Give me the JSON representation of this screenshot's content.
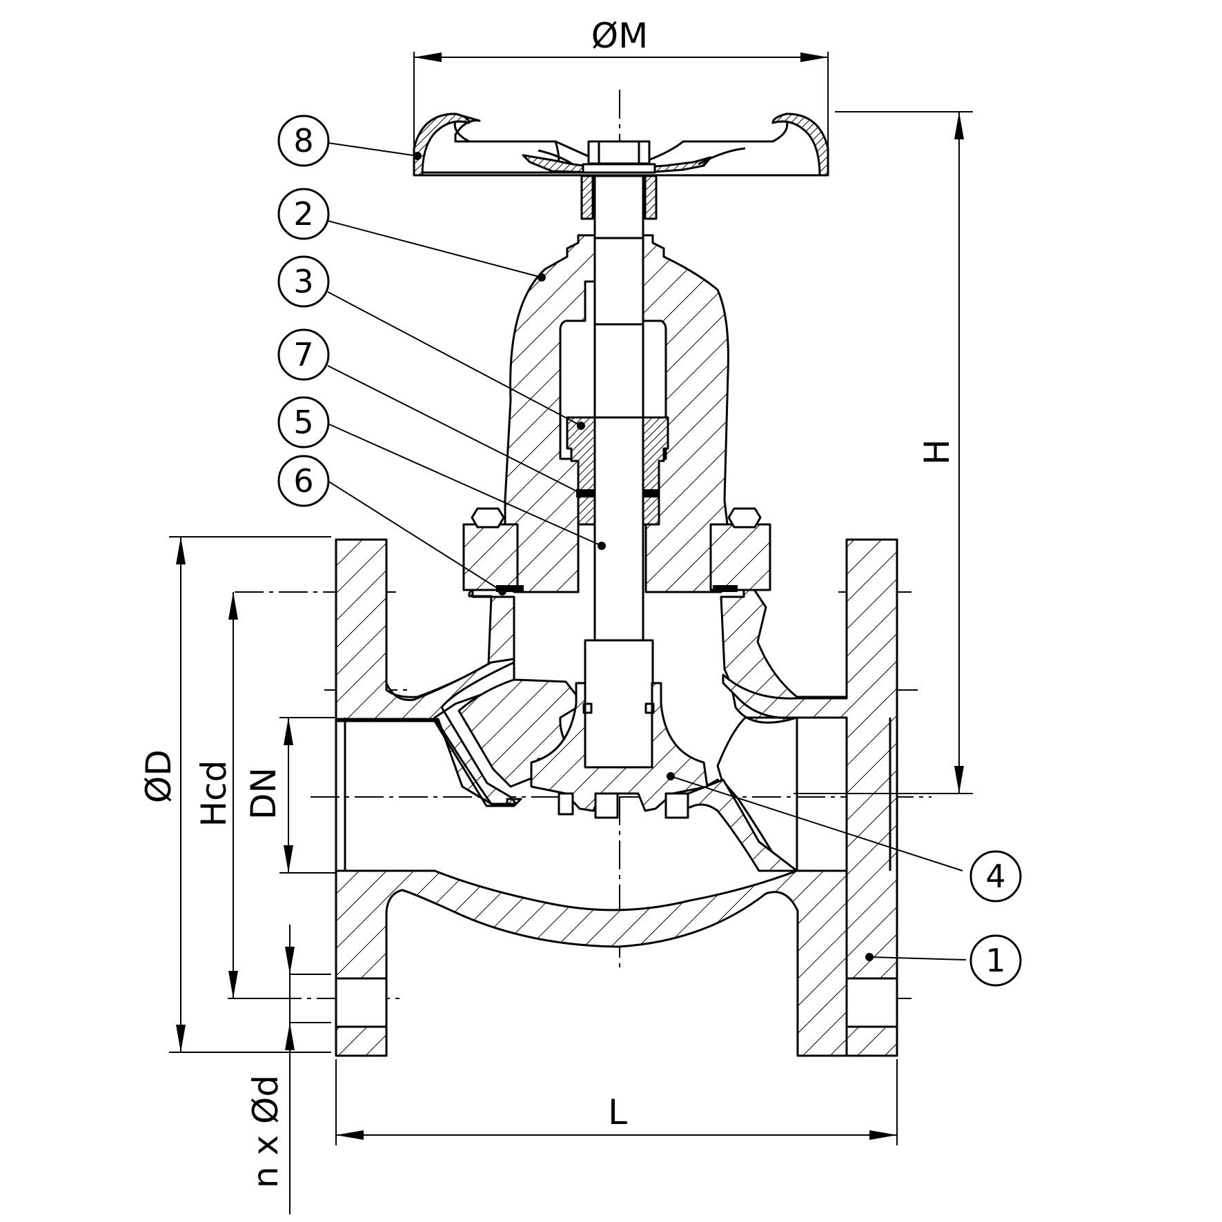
{
  "dimensions": {
    "handwheel_diameter": "ØM",
    "height": "H",
    "flange_diameter": "ØD",
    "bolt_circle_height": "Hcd",
    "nominal_diameter": "DN",
    "bolt_holes": "n x Ød",
    "face_to_face_length": "L"
  },
  "parts": [
    {
      "number": "8"
    },
    {
      "number": "2"
    },
    {
      "number": "3"
    },
    {
      "number": "7"
    },
    {
      "number": "5"
    },
    {
      "number": "6"
    },
    {
      "number": "4"
    },
    {
      "number": "1"
    }
  ]
}
